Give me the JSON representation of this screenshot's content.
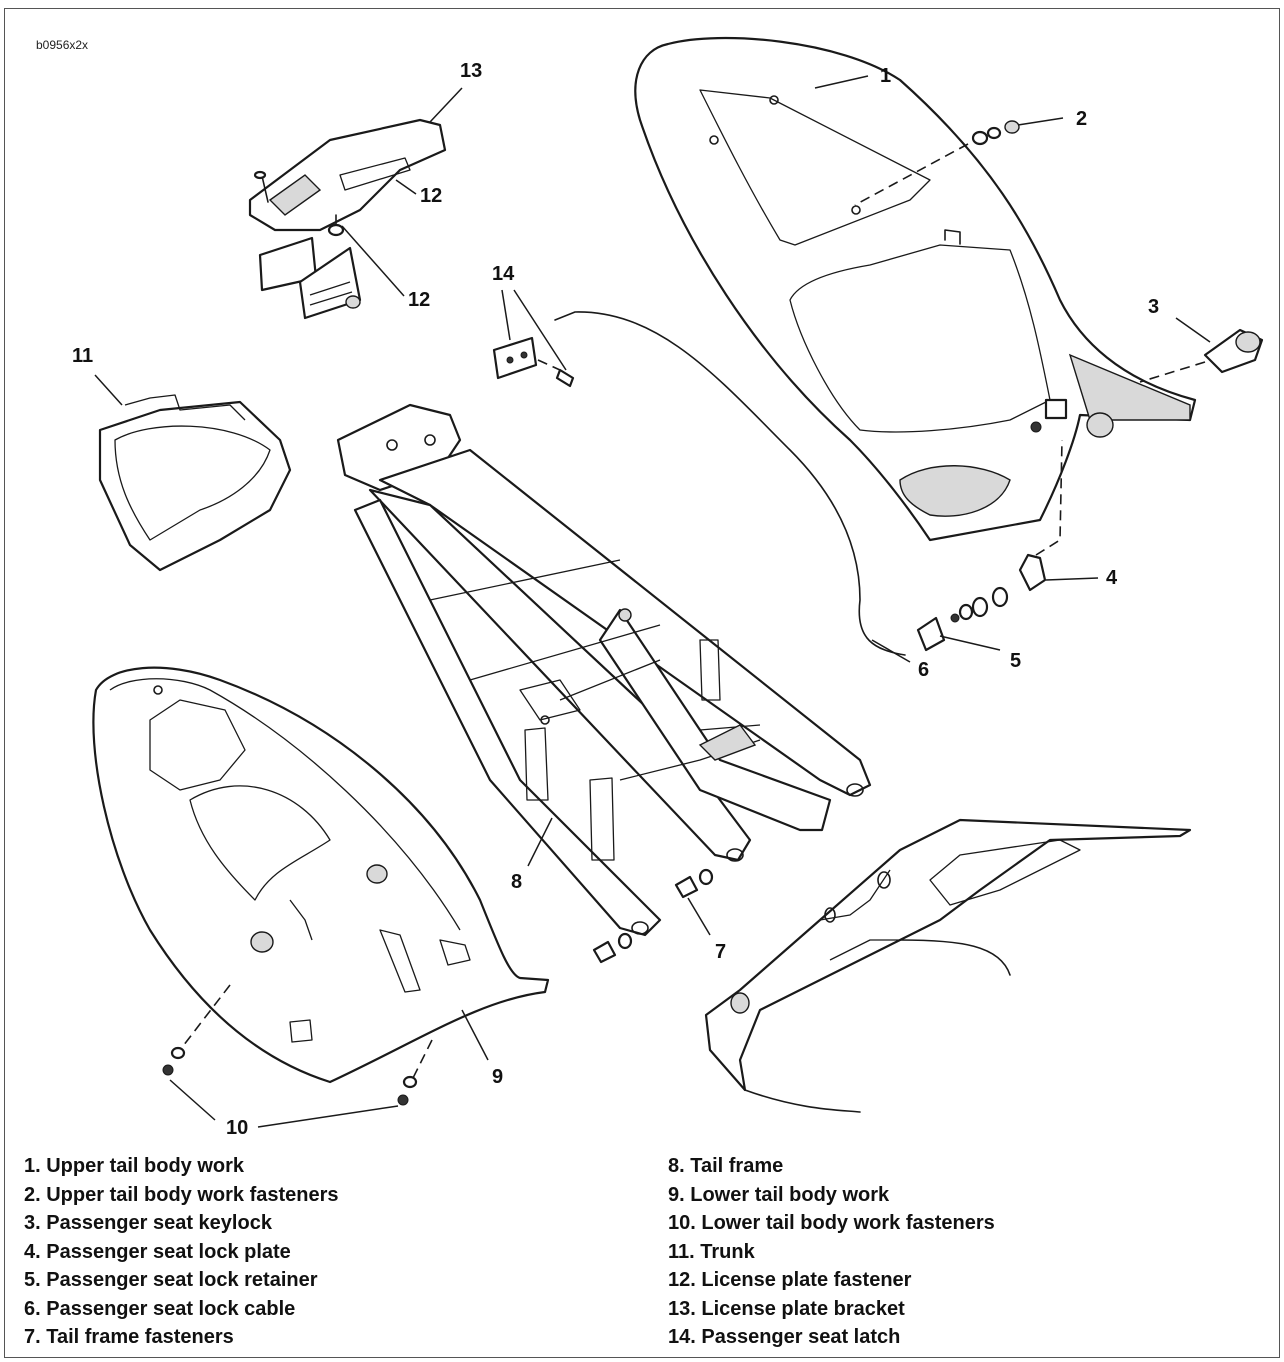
{
  "reference_code": "b0956x2x",
  "callouts": {
    "c1": "1",
    "c2": "2",
    "c3": "3",
    "c4": "4",
    "c5": "5",
    "c6": "6",
    "c7": "7",
    "c8": "8",
    "c9": "9",
    "c10": "10",
    "c11": "11",
    "c12a": "12",
    "c12b": "12",
    "c13": "13",
    "c14": "14"
  },
  "legend": {
    "left": [
      "1. Upper tail body work",
      "2. Upper tail body work fasteners",
      "3. Passenger seat keylock",
      "4. Passenger seat lock plate",
      "5. Passenger seat lock retainer",
      "6. Passenger seat lock cable",
      "7. Tail frame fasteners"
    ],
    "right": [
      "8. Tail frame",
      "9. Lower tail body work",
      "10. Lower tail body work fasteners",
      "11. Trunk",
      "12. License plate fastener",
      "13. License plate bracket",
      "14. Passenger seat latch"
    ]
  }
}
